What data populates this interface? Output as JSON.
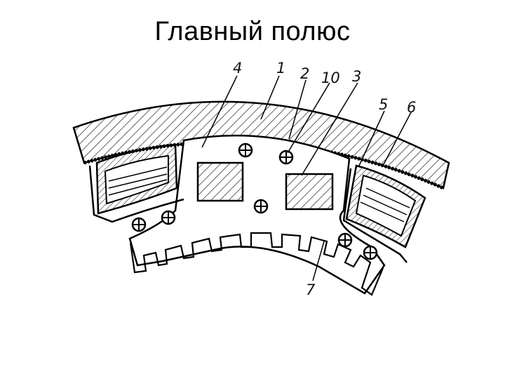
{
  "slide": {
    "title": "Главный полюс"
  },
  "figure": {
    "callouts": [
      "4",
      "1",
      "2",
      "10",
      "3",
      "5",
      "6",
      "7"
    ]
  }
}
